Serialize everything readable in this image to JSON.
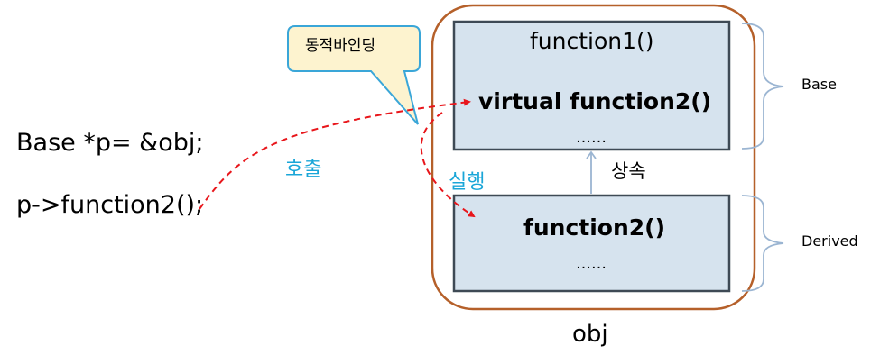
{
  "code": {
    "line1": "Base *p=  &obj;",
    "line2": "p->function2();"
  },
  "callout": {
    "text": "동적바인딩"
  },
  "labels": {
    "call": "호출",
    "execute": "실행",
    "inherit": "상속",
    "obj": "obj",
    "base": "Base",
    "derived": "Derived"
  },
  "base_box": {
    "line1": "function1()",
    "line2": "virtual  function2()",
    "dots": "……"
  },
  "derived_box": {
    "line1": "function2()",
    "dots": "……"
  },
  "colors": {
    "obj_border": "#b5602a",
    "box_fill": "#d6e3ee",
    "box_border": "#3e4a55",
    "callout_fill": "#fdf3cf",
    "callout_border": "#3aa6d8",
    "arrow_red": "#e8161b",
    "blue_text": "#1aa6d8",
    "brace": "#9bb5d2"
  }
}
